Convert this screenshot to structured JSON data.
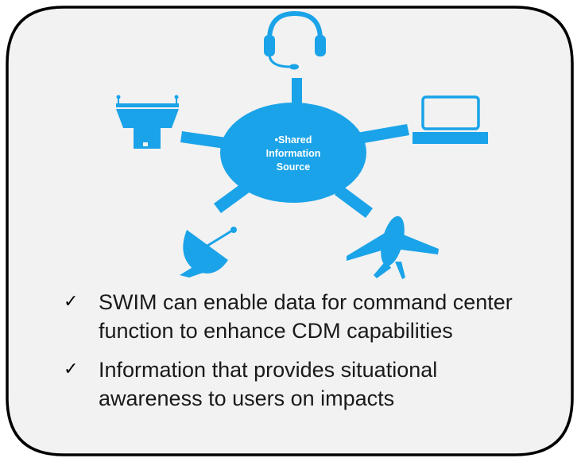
{
  "hub": {
    "lines": [
      "•Shared",
      "Information",
      "Source"
    ]
  },
  "icons": [
    {
      "name": "headset-icon"
    },
    {
      "name": "control-tower-icon"
    },
    {
      "name": "laptop-icon"
    },
    {
      "name": "satellite-dish-icon"
    },
    {
      "name": "airplane-icon"
    }
  ],
  "bullets": [
    {
      "lines": [
        "SWIM can enable data for command center",
        "function to enhance CDM capabilities"
      ]
    },
    {
      "lines": [
        "Information that provides situational",
        "awareness to  users on impacts"
      ]
    }
  ],
  "colors": {
    "panel_background": "#f2f2f2",
    "panel_border": "#000000",
    "accent_blue": "#1aa3e8",
    "text": "#1a1a1a"
  }
}
